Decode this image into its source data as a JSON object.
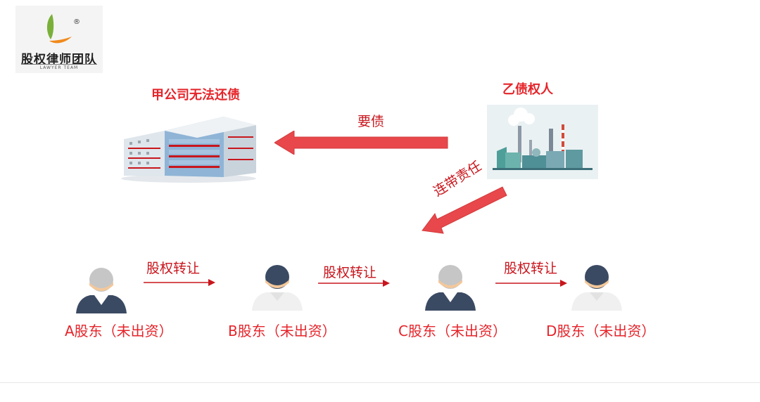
{
  "logo": {
    "name": "股权律师团队",
    "subtitle": "LAWYER TEAM",
    "registered": "®"
  },
  "company": {
    "title": "甲公司无法还债"
  },
  "creditor": {
    "title": "乙债权人"
  },
  "arrows": {
    "demand": "要债",
    "joint_liability": "连带责任"
  },
  "transfers": [
    "股权转让",
    "股权转让",
    "股权转让"
  ],
  "shareholders": [
    {
      "label": "A股东（未出资）",
      "tone": "light"
    },
    {
      "label": "B股东（未出资）",
      "tone": "dark"
    },
    {
      "label": "C股东（未出资）",
      "tone": "light"
    },
    {
      "label": "D股东（未出资）",
      "tone": "dark"
    }
  ],
  "colors": {
    "accent_red": "#e5242a",
    "arrow_red": "#e8484b",
    "person_navy": "#3b4a63",
    "person_grey": "#c6c6c6",
    "person_light": "#f0f0f0"
  }
}
